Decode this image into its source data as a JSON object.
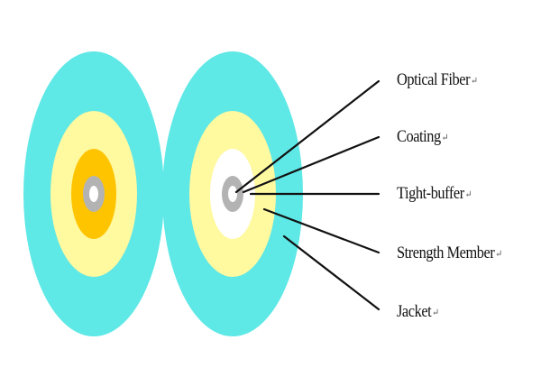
{
  "colors": {
    "jacket": "#5ee8e6",
    "strength_member": "#fff9a0",
    "tight_buffer_left": "#ffc400",
    "tight_buffer_right": "#ffffff",
    "coating": "#b3b3b3",
    "optical_fiber": "#ffffff",
    "leader_line": "#111111"
  },
  "labels": {
    "optical_fiber": "Optical Fiber",
    "coating": "Coating",
    "tight_buffer": "Tight-buffer",
    "strength_member": "Strength Member",
    "jacket": "Jacket",
    "return_mark": "↵"
  }
}
